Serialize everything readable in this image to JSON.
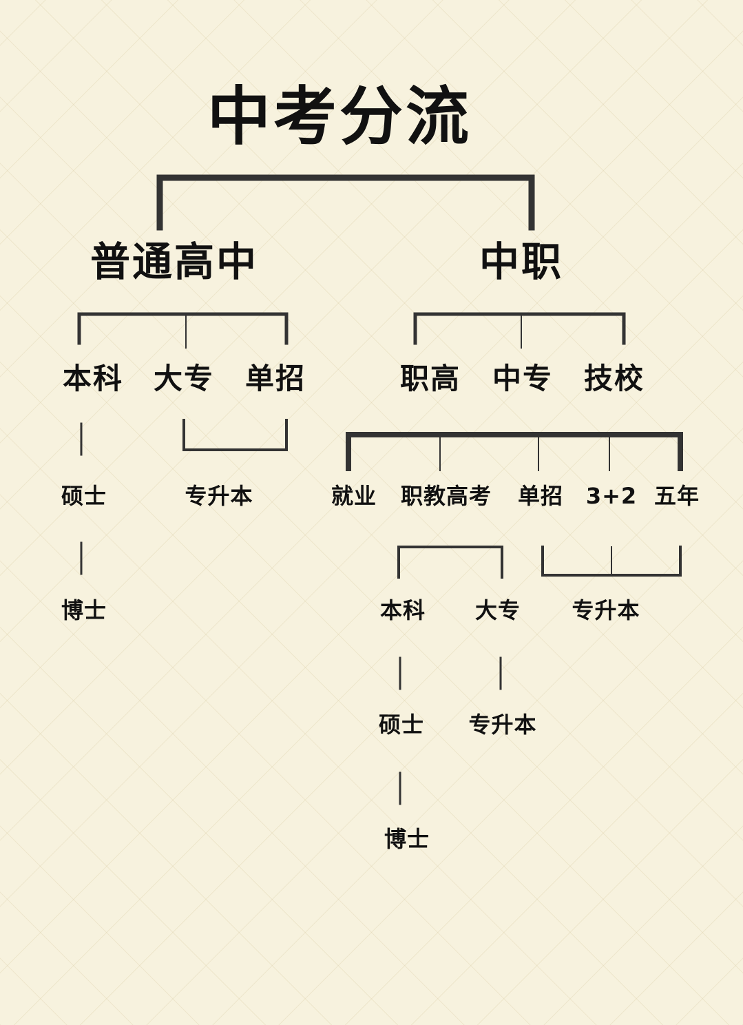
{
  "title": "中考分流",
  "high_school": {
    "label": "普通高中",
    "bachelor": "本科",
    "junior_college": "大专",
    "single_exam": "单招",
    "master": "硕士",
    "doctor": "博士",
    "upgrade": "专升本"
  },
  "vocational": {
    "label": "中职",
    "vocational_high": "职高",
    "technical_secondary": "中专",
    "technical_school": "技校",
    "employment": "就业",
    "vocational_exam": "职教高考",
    "single_exam": "单招",
    "three_plus_two": "3+2",
    "five_year": "五年",
    "bachelor": "本科",
    "junior_college": "大专",
    "upgrade_a": "专升本",
    "master": "硕士",
    "upgrade_b": "专升本",
    "doctor": "博士"
  }
}
